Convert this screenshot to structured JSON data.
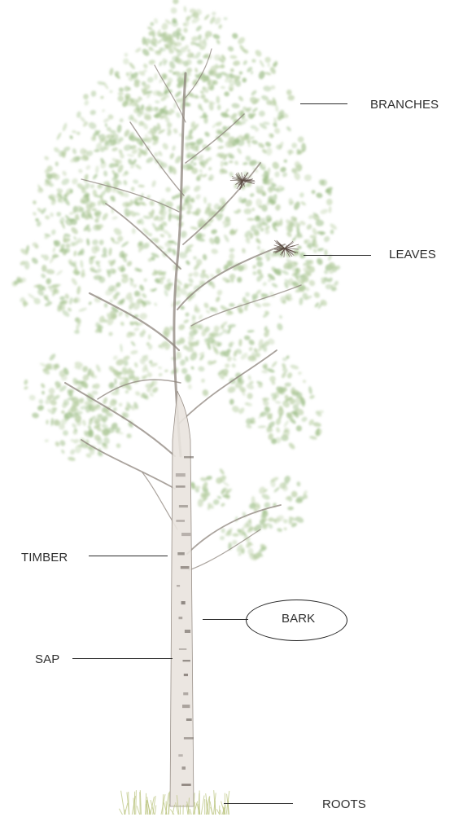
{
  "diagram": {
    "labels": {
      "branches": "BRANCHES",
      "leaves": "LEAVES",
      "timber": "TIMBER",
      "bark": "BARK",
      "sap": "SAP",
      "roots": "ROOTS"
    },
    "highlighted": "bark",
    "colors": {
      "foliage": "#b9cfa4",
      "foliage_dark": "#9fbf8a",
      "bark": "#e9e4de",
      "bark_marks": "#6b625c",
      "branch": "#8e847c",
      "nest": "#5a4a42",
      "grass": "#b8c27a",
      "ink": "#2c2c2c"
    }
  }
}
